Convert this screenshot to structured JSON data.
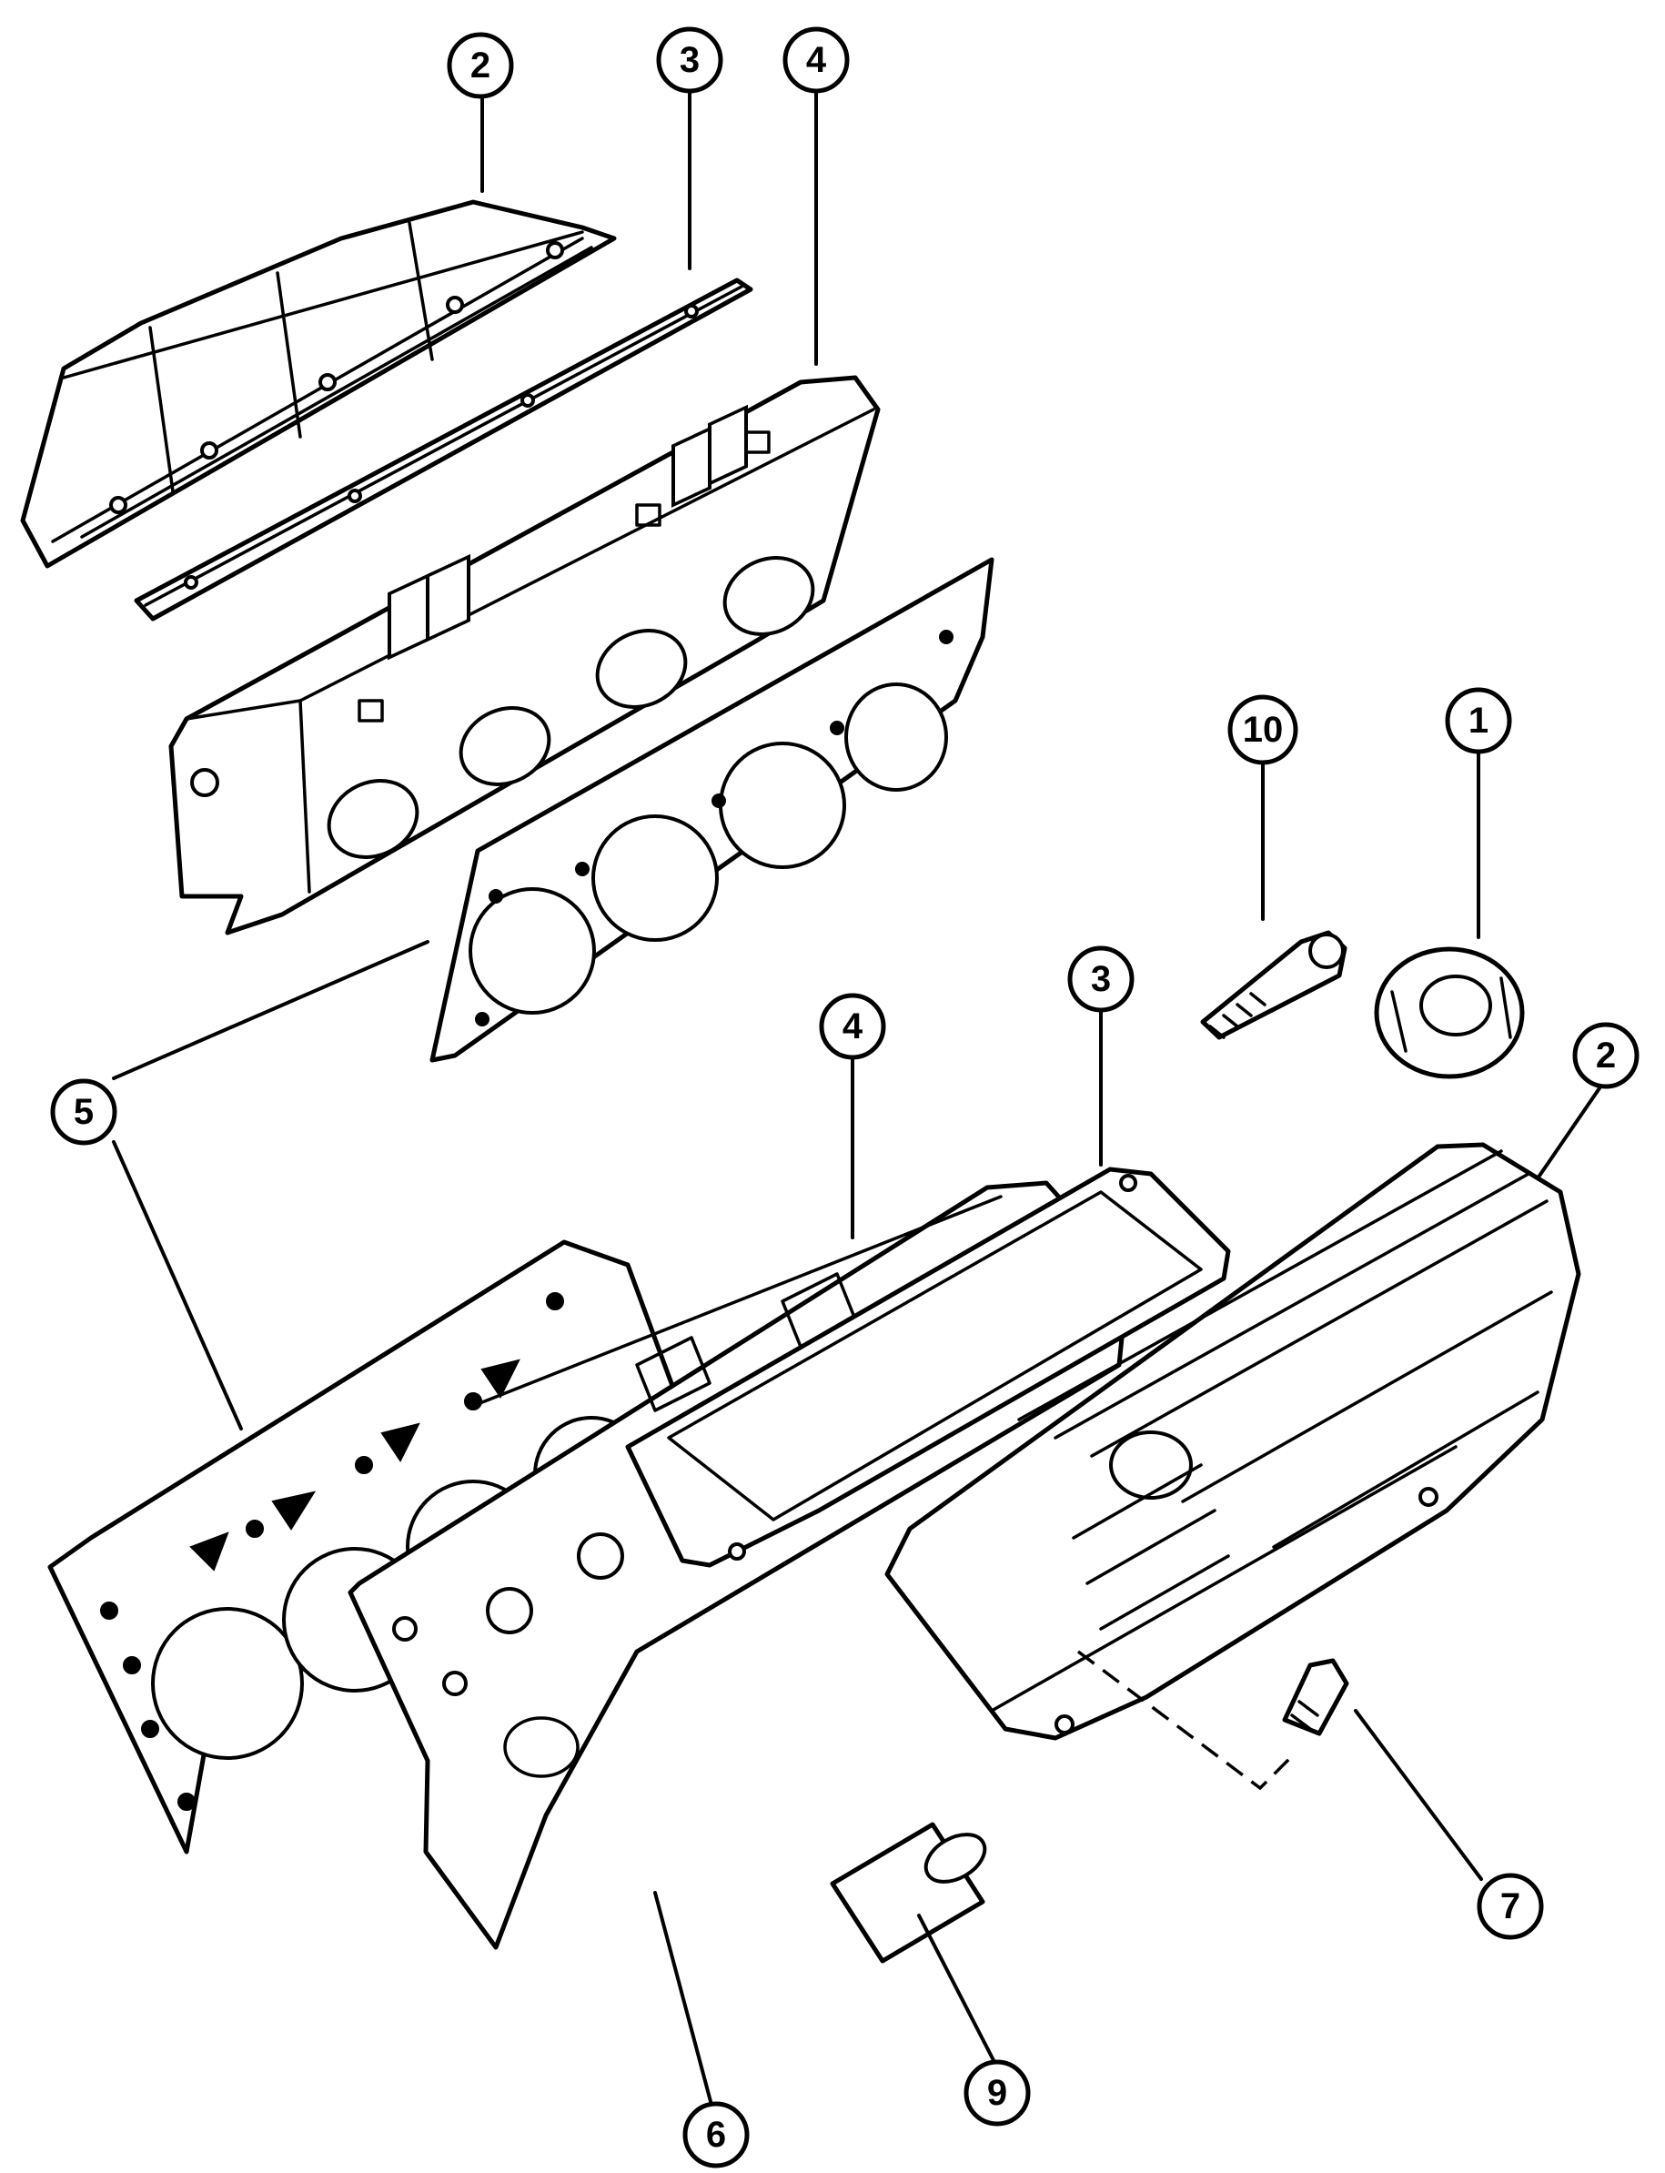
{
  "callouts": {
    "c1": "1",
    "c2_top": "2",
    "c2_right": "2",
    "c3_top": "3",
    "c3_right": "3",
    "c4_top": "4",
    "c4_lower": "4",
    "c5": "5",
    "c6": "6",
    "c7": "7",
    "c9": "9",
    "c10": "10"
  }
}
